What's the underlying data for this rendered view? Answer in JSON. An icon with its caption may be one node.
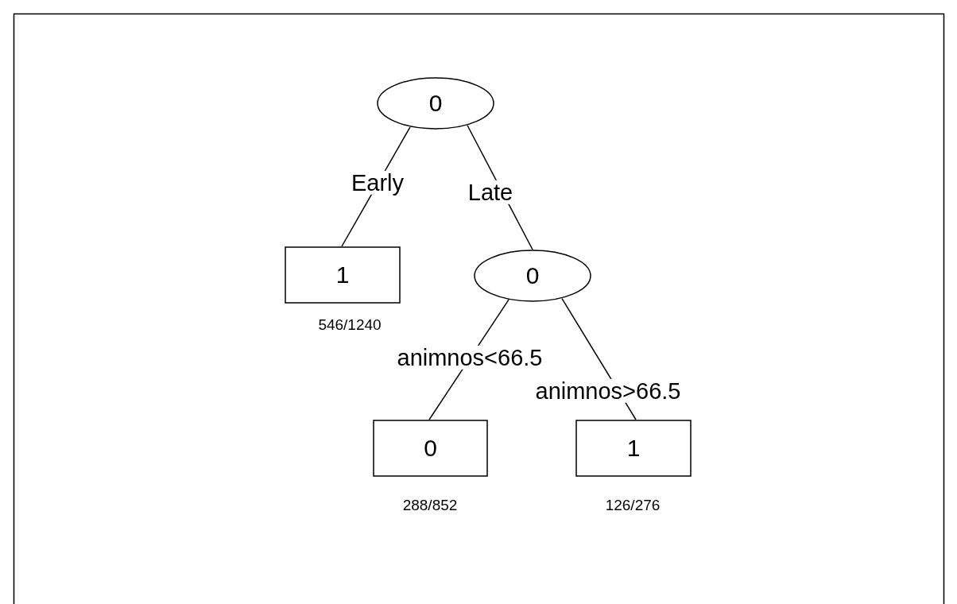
{
  "diagram": {
    "nodes": [
      {
        "text": [
          "0"
        ]
      },
      {
        "text": [
          "1"
        ],
        "beside": [
          "546/1240"
        ]
      },
      {
        "text": [
          "0"
        ]
      },
      {
        "text": [
          "0"
        ],
        "beside": [
          "288/852"
        ]
      },
      {
        "text": [
          "1"
        ],
        "beside": [
          "126/276"
        ]
      }
    ],
    "edges": [
      {
        "from": 0,
        "to": 1,
        "arrow": "none",
        "label": "Early"
      },
      {
        "from": 0,
        "to": 2,
        "arrow": "none",
        "label": "Late"
      },
      {
        "from": 2,
        "to": 3,
        "arrow": "none",
        "label": "animnos<66.5"
      },
      {
        "from": 2,
        "to": 4,
        "arrow": "none",
        "label": "animnos>66.5"
      }
    ]
  }
}
